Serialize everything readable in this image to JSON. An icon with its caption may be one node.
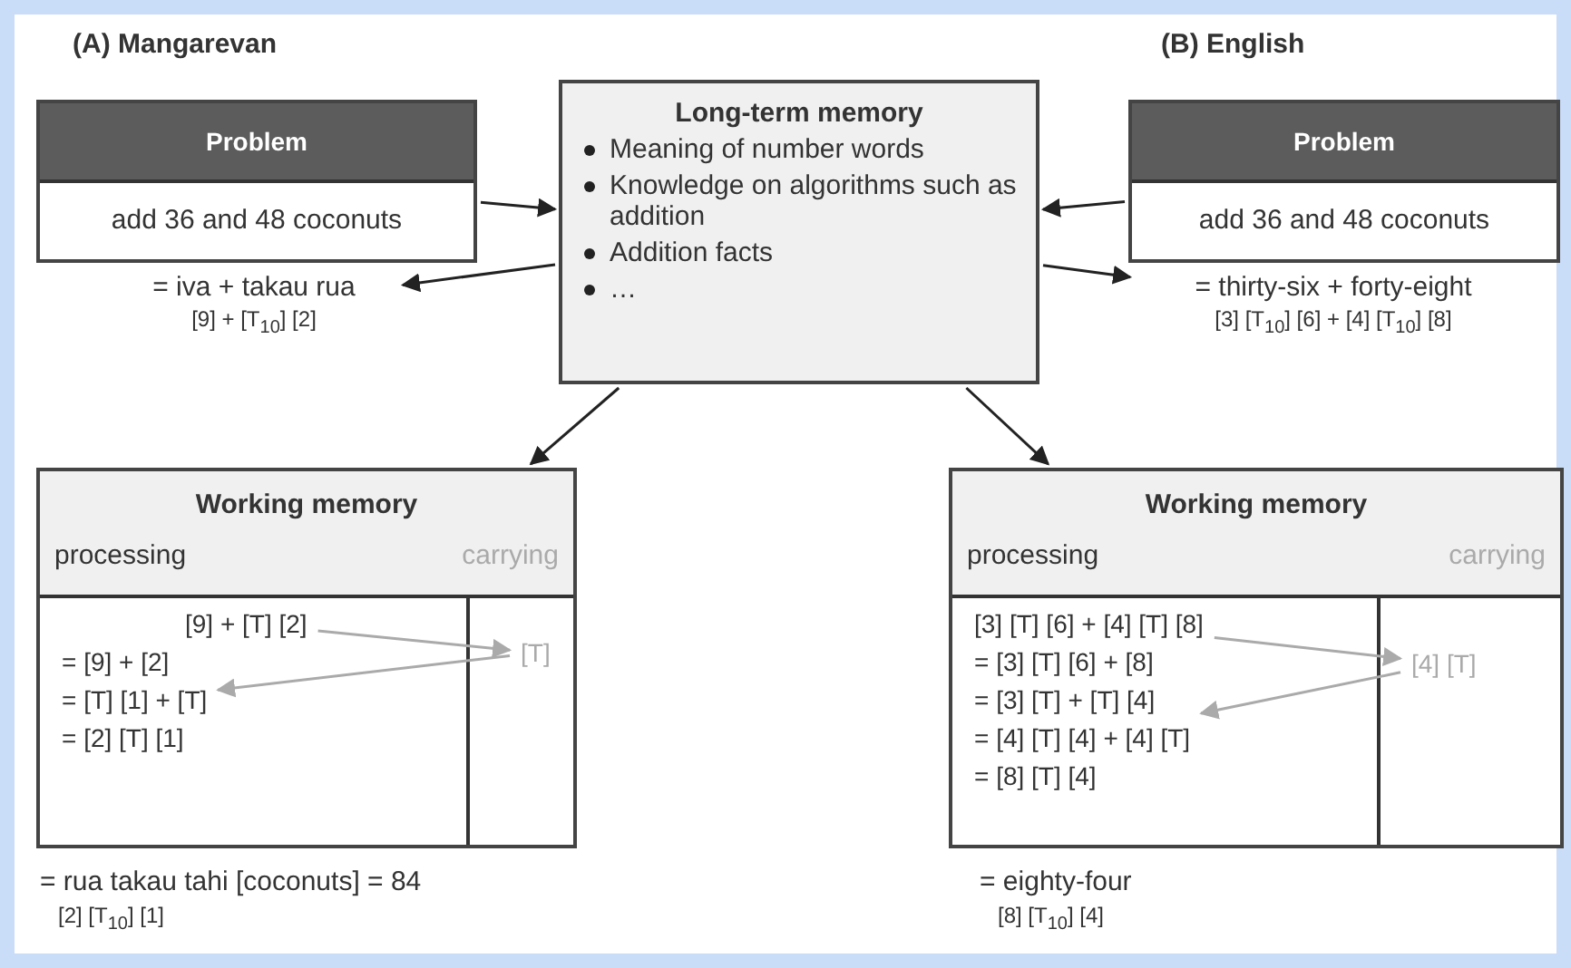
{
  "diagram": {
    "nodes": [
      {
        "text": [
          "Problem",
          "add 36 and 48 coconuts"
        ]
      },
      {
        "text": [
          "Long-term memory",
          "Meaning of number words",
          "Knowledge on algorithms such as addition",
          "Addition facts",
          "…"
        ]
      },
      {
        "text": [
          "Problem",
          "add 36 and 48 coconuts"
        ]
      },
      {
        "text": [
          "= iva + takau rua",
          "[9] + [T$_{10}$] [2]"
        ]
      },
      {
        "text": [
          "= thirty-six + forty-eight",
          "[3] [T$_{10}$] [6] + [4] [T$_{10}$] [8]"
        ]
      },
      {
        "text": [
          "Working memory",
          "processing",
          "carrying"
        ]
      },
      {
        "text": [
          "[9] + [T] [2]"
        ],
        "in": 5
      },
      {
        "text": [
          "= [9] + [2]"
        ],
        "in": 5
      },
      {
        "text": [
          "= [T] [1] + [T]"
        ],
        "in": 5
      },
      {
        "text": [
          "= [2] [T] [1]"
        ],
        "in": 5
      },
      {
        "text": [
          "[T]"
        ],
        "in": 5
      },
      {
        "text": [
          "Working memory",
          "processing",
          "carrying"
        ]
      },
      {
        "text": [
          "[3] [T] [6] + [4] [T] [8]"
        ],
        "in": 11
      },
      {
        "text": [
          "= [3] [T] [6] + [8]"
        ],
        "in": 11
      },
      {
        "text": [
          "= [3] [T] + [T] [4]"
        ],
        "in": 11
      },
      {
        "text": [
          "= [4] [T] [4] + [4] [T]"
        ],
        "in": 11
      },
      {
        "text": [
          "= [8] [T] [4]"
        ],
        "in": 11
      },
      {
        "text": [
          "[4] [T]"
        ],
        "in": 11
      }
    ],
    "edges": [
      {
        "from": 0,
        "to": 1,
        "arrow": "to"
      },
      {
        "from": 2,
        "to": 1,
        "arrow": "to"
      },
      {
        "from": 1,
        "to": 3,
        "arrow": "to"
      },
      {
        "from": 1,
        "to": 4,
        "arrow": "to"
      },
      {
        "from": 1,
        "to": 5,
        "arrow": "to"
      },
      {
        "from": 1,
        "to": 11,
        "arrow": "to"
      },
      {
        "from": 6,
        "to": 10,
        "arrow": "to",
        "color": "#aaaaaa"
      },
      {
        "from": 10,
        "to": 8,
        "arrow": "to",
        "color": "#aaaaaa"
      },
      {
        "from": 12,
        "to": 17,
        "arrow": "to",
        "color": "#aaaaaa"
      },
      {
        "from": 17,
        "to": 15,
        "arrow": "to",
        "color": "#aaaaaa"
      }
    ],
    "labels": [
      "(A) Mangarevan",
      "(B) English",
      "= rua takau tahi [coconuts] = 84",
      "[2] [T$_{10}$] [1]",
      "= eighty-four",
      "[8] [T$_{10}$] [4]"
    ]
  }
}
